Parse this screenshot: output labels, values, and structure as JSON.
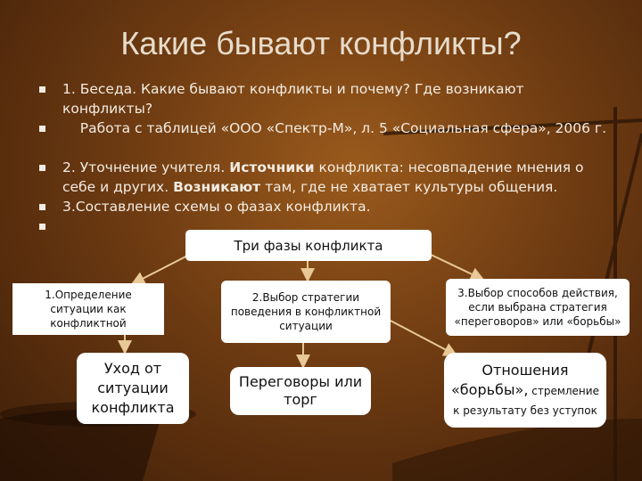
{
  "title": "Какие бывают конфликты?",
  "bullets": {
    "b1": "1. Беседа. Какие бывают конфликты и почему? Где возникают конфликты?",
    "b2": "Работа с таблицей «ООО «Спектр-М», л. 5 «Социальная сфера», 2006 г.",
    "b3_pre": "2. Уточнение учителя. ",
    "b3_bold1": "Источники",
    "b3_mid": " конфликта: несовпадение мнения о себе и других. ",
    "b3_bold2": "Возникают",
    "b3_post": " там, где не хватает культуры общения.",
    "b4": "3.Составление схемы о фазах конфликта.",
    "b5": ""
  },
  "diagram": {
    "header": "Три фазы конфликта",
    "phase1": "1.Определение ситуации как конфликтной",
    "phase2": "2.Выбор стратегии поведения в конфликтной ситуации",
    "phase3": "3.Выбор способов действия, если выбрана стратегия «переговоров» или «борьбы»",
    "result1": "Уход от ситуации конфликта",
    "result2": "Переговоры или торг",
    "result3_line1": "Отношения",
    "result3_big": "«борьбы»,",
    "result3_small": " стремление",
    "result3_line3": "к результату без уступок"
  }
}
